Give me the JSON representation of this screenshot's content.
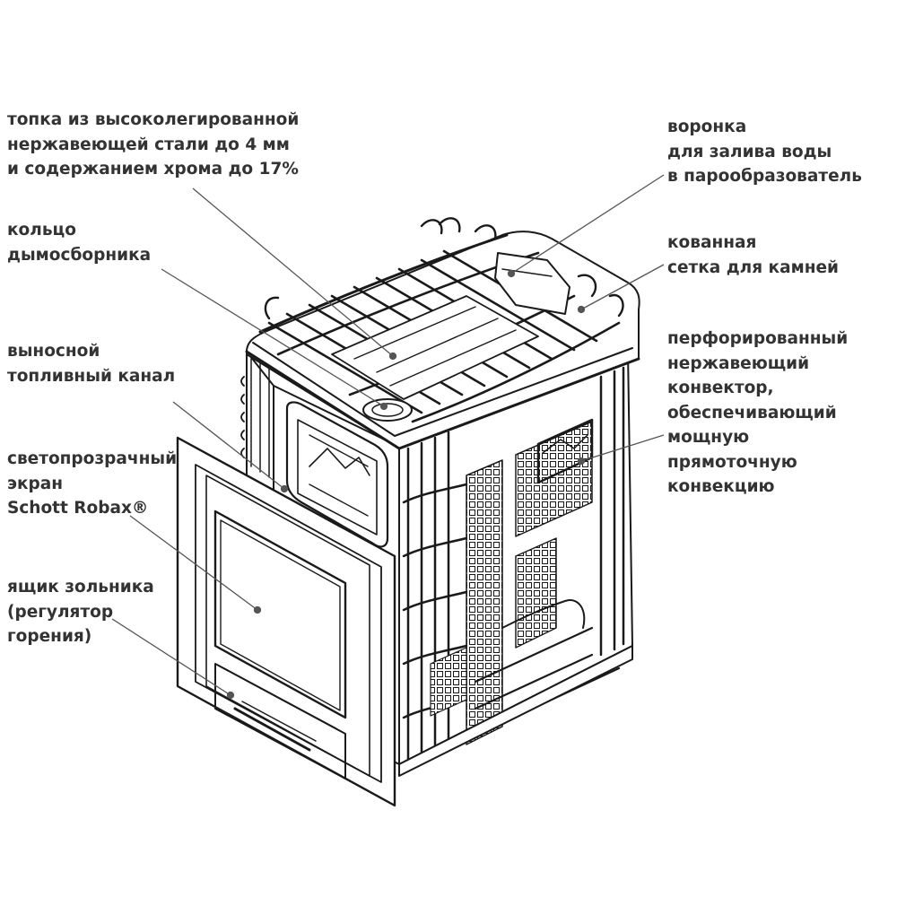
{
  "labels": {
    "firebox": "топка из высоколегированной\nнержавеющей стали до 4 мм\nи содержанием хрома до 17%",
    "smoke_ring": "кольцо\nдымосборника",
    "fuel_channel": "выносной\nтопливный канал",
    "glass_screen": "светопрозрачный\nэкран\nSchott Robax®",
    "ash_box": "ящик зольника\n(регулятор\nгорения)",
    "water_funnel": "воронка\nдля залива воды\nв парообразователь",
    "stone_grid": "кованная\nсетка для камней",
    "convector": "перфорированный\nнержавеющий\nконвектор,\nобеспечивающий\nмощную\nпрямоточную\nконвекцию"
  },
  "colors": {
    "text": "#333333",
    "line": "#1a1a1a",
    "leader": "#555555"
  }
}
